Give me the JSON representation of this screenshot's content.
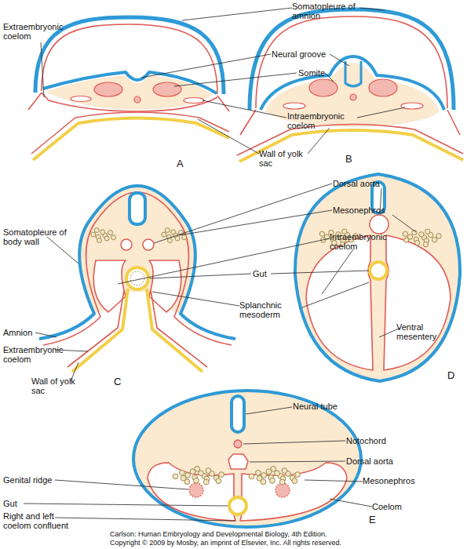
{
  "diagram": {
    "labels": [
      "Somatopleure of amnion",
      "Extraembryonic coelom",
      "Neural groove",
      "Somite",
      "Intraembryonic coelom",
      "Wall of yolk sac",
      "A",
      "B",
      "Dorsal aorta",
      "Mesonephros",
      "Somatopleure of body wall",
      "Intraembryonic coelom",
      "Gut",
      "Splanchnic mesoderm",
      "Ventral mesentery",
      "Amnion",
      "Extraembryonic coelom",
      "Wall of yolk sac",
      "C",
      "D",
      "Neural tube",
      "Notochord",
      "Dorsal aorta",
      "Mesonephros",
      "Genital ridge",
      "Coelom",
      "Gut",
      "Right and left coelom confluent",
      "E",
      "Carlson: Human Embryology and Developmental Biology, 4th Edition.",
      "Copyright © 2009 by Mosby, an imprint of Elsevier, Inc. All rights reserved."
    ]
  }
}
